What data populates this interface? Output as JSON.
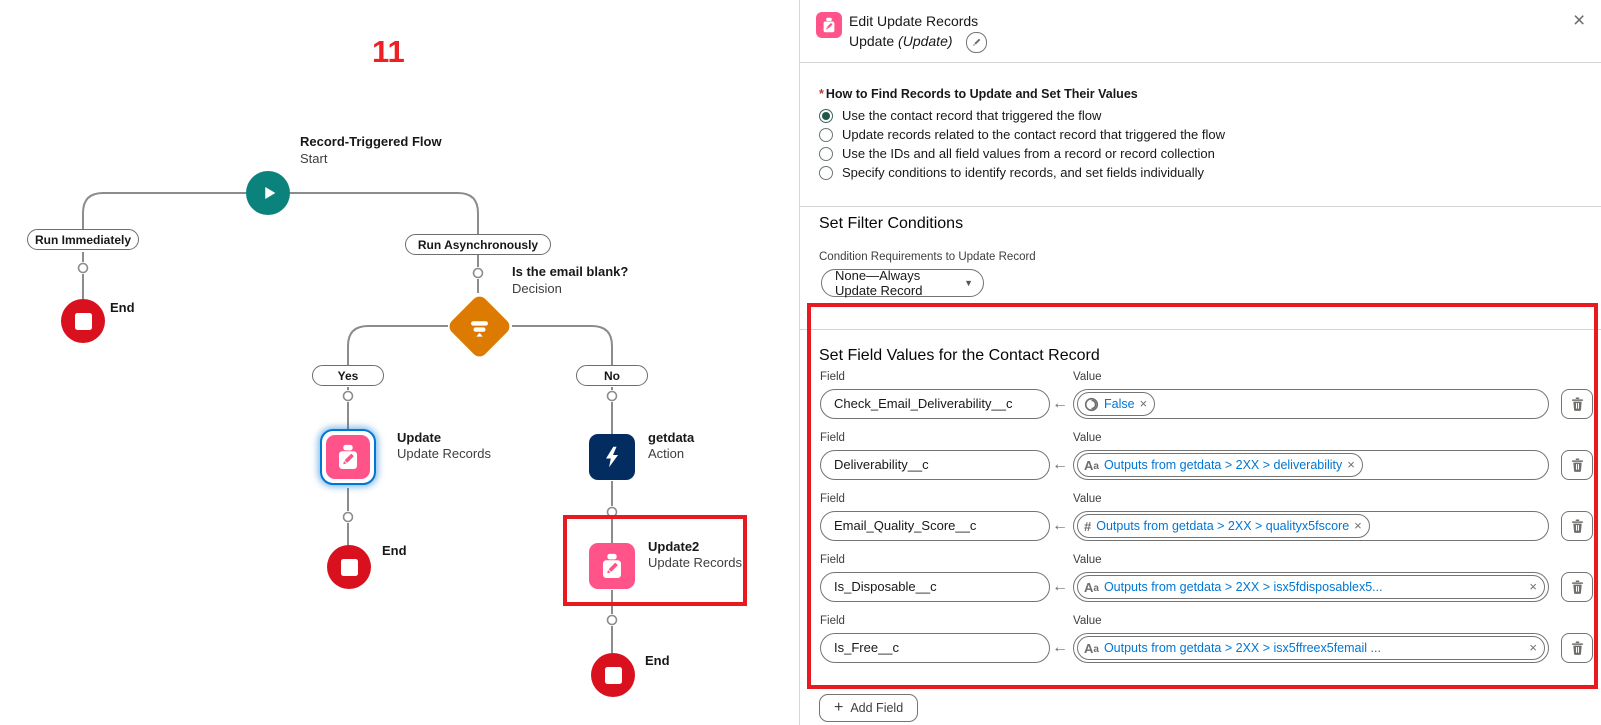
{
  "annotation": {
    "number": "11"
  },
  "flow": {
    "start": {
      "title": "Record-Triggered Flow",
      "subtitle": "Start"
    },
    "branch_left_label": "Run Immediately",
    "branch_right_label": "Run Asynchronously",
    "decision": {
      "title": "Is the email blank?",
      "subtitle": "Decision"
    },
    "yes_label": "Yes",
    "no_label": "No",
    "update_node": {
      "title": "Update",
      "subtitle": "Update Records"
    },
    "getdata_node": {
      "title": "getdata",
      "subtitle": "Action"
    },
    "update2_node": {
      "title": "Update2",
      "subtitle": "Update Records"
    },
    "end_label": "End"
  },
  "panel": {
    "header": {
      "title": "Edit Update Records",
      "subtitle_name": "Update ",
      "subtitle_api": "(Update)",
      "close_glyph": "×"
    },
    "question": {
      "required_mark": "*",
      "label": "How to Find Records to Update and Set Their Values"
    },
    "radio_options": [
      {
        "label": "Use the contact record that triggered the flow",
        "selected": true
      },
      {
        "label": "Update records related to the contact record that triggered the flow",
        "selected": false
      },
      {
        "label": "Use the IDs and all field values from a record or record collection",
        "selected": false
      },
      {
        "label": "Specify conditions to identify records, and set fields individually",
        "selected": false
      }
    ],
    "filter_section": {
      "heading": "Set Filter Conditions",
      "condition_label": "Condition Requirements to Update Record",
      "condition_value": "None—Always Update Record",
      "caret_glyph": "▼"
    },
    "fields_section": {
      "heading": "Set Field Values for the Contact Record",
      "field_label": "Field",
      "value_label": "Value",
      "arrow_glyph": "←",
      "remove_glyph": "×",
      "rows": [
        {
          "field": "Check_Email_Deliverability__c",
          "value": "False",
          "value_type": "boolean"
        },
        {
          "field": "Deliverability__c",
          "value": "Outputs from getdata > 2XX > deliverability",
          "value_type": "text"
        },
        {
          "field": "Email_Quality_Score__c",
          "value": "Outputs from getdata > 2XX > qualityx5fscore",
          "value_type": "number"
        },
        {
          "field": "Is_Disposable__c",
          "value": "Outputs from getdata > 2XX > isx5fdisposablex5...",
          "value_type": "text"
        },
        {
          "field": "Is_Free__c",
          "value": "Outputs from getdata > 2XX > isx5ffreex5femail ...",
          "value_type": "text"
        }
      ],
      "add_field_label": "Add Field",
      "add_field_plus": "+"
    }
  },
  "icons": {
    "update_records": "clipboard-pencil-icon",
    "action": "lightning-icon",
    "start": "play-icon",
    "end": "stop-icon",
    "decision": "signpost-icon",
    "boolean_value": "toggle-icon",
    "text_value": "Aa-icon",
    "number_value": "hash-icon"
  },
  "colors": {
    "start_teal": "#0b827c",
    "end_red": "#d9111f",
    "decision_orange": "#dd7a01",
    "update_pink": "#ff538a",
    "action_navy": "#032d60",
    "selection_blue": "#0176d3",
    "annotation_red": "#e8191f",
    "pill_text_blue": "#0176d3",
    "radio_selected_green": "#20584a"
  }
}
